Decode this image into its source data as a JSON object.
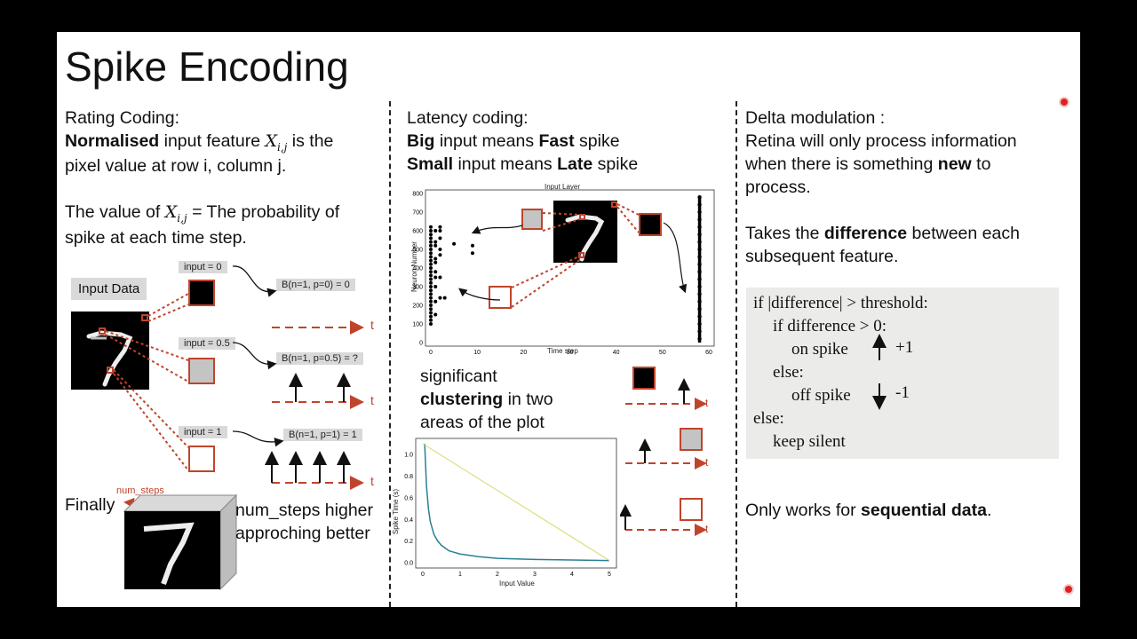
{
  "title": "Spike Encoding",
  "rate": {
    "heading": "Rating Coding:",
    "line1_bold": "Normalised",
    "line1_rest": "input feature",
    "line1_math": "X",
    "line1_sub": "i,j",
    "line1_tail": "is the",
    "line2": "pixel value at row i, column j.",
    "line3_a": "The value of",
    "line3_math": "X",
    "line3_sub": "i,j",
    "line3_b": "= The probability of",
    "line4": "spike at each time step.",
    "input_data_label": "Input Data",
    "inputs": [
      {
        "label": "input = 0",
        "formula": "B(n=1, p=0) = 0"
      },
      {
        "label": "input = 0.5",
        "formula": "B(n=1, p=0.5) = ?"
      },
      {
        "label": "input = 1",
        "formula": "B(n=1, p=1) = 1"
      }
    ],
    "t_label": "t",
    "finally": "Finally",
    "num_steps": "num_steps",
    "num_steps_desc_1": "num_steps higher",
    "num_steps_desc_2": "approching better",
    "digit": "7"
  },
  "latency": {
    "heading": "Latency coding:",
    "l1_bold1": "Big",
    "l1_mid": "input means",
    "l1_bold2": "Fast",
    "l1_end": "spike",
    "l2_bold1": "Small",
    "l2_mid": "input means",
    "l2_bold2": "Late",
    "l2_end": "spike",
    "plot_title": "Input Layer",
    "plot_xlabel": "Time step",
    "plot_ylabel": "Neuron Number",
    "plot_xticks": [
      "0",
      "10",
      "20",
      "30",
      "40",
      "50",
      "60"
    ],
    "plot_yticks": [
      "0",
      "100",
      "200",
      "300",
      "400",
      "500",
      "600",
      "700",
      "800"
    ],
    "cluster_1": "significant",
    "cluster_2_bold": "clustering",
    "cluster_2_rest": "in two",
    "cluster_3": "areas of the plot",
    "curve_xlabel": "Input Value",
    "curve_ylabel": "Spike Time (s)",
    "curve_xticks": [
      "0",
      "1",
      "2",
      "3",
      "4",
      "5"
    ],
    "curve_yticks": [
      "0.0",
      "0.2",
      "0.4",
      "0.6",
      "0.8",
      "1.0"
    ],
    "t_label": "t"
  },
  "delta": {
    "heading": "Delta modulation :",
    "p1": "Retina will only process information",
    "p2_a": "when there is something",
    "p2_bold": "new",
    "p2_b": "to",
    "p3": "process.",
    "p4_a": "Takes the",
    "p4_bold": "difference",
    "p4_b": "between each",
    "p5": "subsequent feature.",
    "code": [
      "if |difference| > threshold:",
      "if difference > 0:",
      "on spike",
      "else:",
      "off spike",
      "else:",
      "keep silent"
    ],
    "plus_one": "+1",
    "minus_one": "-1",
    "only_a": "Only works for",
    "only_bold": "sequential data",
    "only_b": "."
  },
  "chart_data": [
    {
      "type": "scatter",
      "title": "Input Layer",
      "xlabel": "Time step",
      "ylabel": "Neuron Number",
      "xlim": [
        0,
        60
      ],
      "ylim": [
        0,
        800
      ],
      "series": [
        {
          "points": [
            [
              0,
              100
            ],
            [
              0,
              120
            ],
            [
              0,
              140
            ],
            [
              0,
              160
            ],
            [
              0,
              180
            ],
            [
              0,
              200
            ],
            [
              0,
              220
            ],
            [
              0,
              240
            ],
            [
              0,
              260
            ],
            [
              0,
              280
            ],
            [
              0,
              300
            ],
            [
              0,
              320
            ],
            [
              0,
              340
            ],
            [
              0,
              360
            ],
            [
              0,
              380
            ],
            [
              0,
              400
            ],
            [
              0,
              420
            ],
            [
              0,
              440
            ],
            [
              0,
              460
            ],
            [
              0,
              480
            ],
            [
              0,
              500
            ],
            [
              0,
              520
            ],
            [
              0,
              540
            ],
            [
              0,
              560
            ],
            [
              0,
              580
            ],
            [
              0,
              600
            ],
            [
              0,
              620
            ],
            [
              1,
              150
            ],
            [
              1,
              220
            ],
            [
              1,
              300
            ],
            [
              1,
              380
            ],
            [
              1,
              450
            ],
            [
              1,
              520
            ],
            [
              1,
              600
            ],
            [
              1,
              540
            ],
            [
              1,
              430
            ],
            [
              1,
              350
            ],
            [
              2,
              470
            ],
            [
              2,
              500
            ],
            [
              2,
              560
            ],
            [
              2,
              600
            ],
            [
              2,
              620
            ],
            [
              2,
              240
            ],
            [
              2,
              350
            ],
            [
              3,
              240
            ],
            [
              5,
              530
            ],
            [
              9,
              480
            ],
            [
              9,
              520
            ],
            [
              58,
              20
            ],
            [
              58,
              60
            ],
            [
              58,
              100
            ],
            [
              58,
              140
            ],
            [
              58,
              180
            ],
            [
              58,
              220
            ],
            [
              58,
              260
            ],
            [
              58,
              300
            ],
            [
              58,
              340
            ],
            [
              58,
              380
            ],
            [
              58,
              420
            ],
            [
              58,
              460
            ],
            [
              58,
              500
            ],
            [
              58,
              540
            ],
            [
              58,
              580
            ],
            [
              58,
              620
            ],
            [
              58,
              660
            ],
            [
              58,
              700
            ],
            [
              58,
              740
            ],
            [
              58,
              780
            ]
          ]
        }
      ]
    },
    {
      "type": "line",
      "xlabel": "Input Value",
      "ylabel": "Spike Time (s)",
      "xlim": [
        0,
        5
      ],
      "ylim": [
        0,
        1.1
      ],
      "series": [
        {
          "x": [
            0.05,
            0.1,
            0.15,
            0.2,
            0.3,
            0.4,
            0.5,
            0.7,
            1,
            1.5,
            2,
            3,
            4,
            5
          ],
          "y": [
            1.1,
            0.7,
            0.5,
            0.38,
            0.26,
            0.2,
            0.16,
            0.11,
            0.08,
            0.055,
            0.04,
            0.03,
            0.025,
            0.02
          ]
        },
        {
          "x": [
            0,
            5
          ],
          "y": [
            1.1,
            0.02
          ]
        }
      ],
      "colors": [
        "#2a7f94",
        "#d8d86a"
      ]
    }
  ]
}
